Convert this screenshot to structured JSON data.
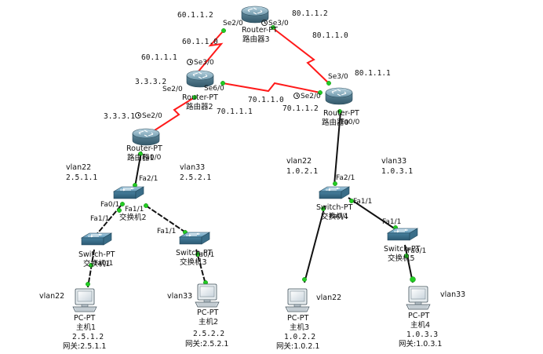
{
  "routers": {
    "r3": {
      "type": "Router-PT",
      "name": "路由器3"
    },
    "r2": {
      "type": "Router-PT",
      "name": "路由器2"
    },
    "r0": {
      "type": "Router-PT",
      "name": "路由器0"
    },
    "r1": {
      "type": "Router-PT",
      "name": "路由器1"
    }
  },
  "switches": {
    "s1": {
      "type": "Switch-PT",
      "name": "交换机1"
    },
    "s2": {
      "type": "Switch-PT",
      "name": "交换机2"
    },
    "s3": {
      "type": "Switch-PT",
      "name": "交换机3"
    },
    "s4": {
      "type": "Switch-PT",
      "name": "交换机4"
    },
    "s5": {
      "type": "Switch-PT",
      "name": "交换机5"
    }
  },
  "hosts": {
    "h1": {
      "type": "PC-PT",
      "name": "主机1",
      "ip": "2.5.1.2",
      "gateway": "网关:2.5.1.1",
      "vlan": "vlan22"
    },
    "h2": {
      "type": "PC-PT",
      "name": "主机2",
      "ip": "2.5.2.2",
      "gateway": "网关:2.5.2.1",
      "vlan": "vlan33"
    },
    "h3": {
      "type": "PC-PT",
      "name": "主机3",
      "ip": "1.0.2.2",
      "gateway": "网关:1.0.2.1",
      "vlan": "vlan22"
    },
    "h4": {
      "type": "PC-PT",
      "name": "主机4",
      "ip": "1.0.3.3",
      "gateway": "网关:1.0.3.1",
      "vlan": "vlan33"
    }
  },
  "ports": {
    "r3_se20": "Se2/0",
    "r3_se30": "Se3/0",
    "r2_se30": "Se3/0",
    "r2_se20": "Se2/0",
    "r2_se60": "Se6/0",
    "r0_se30": "Se3/0",
    "r0_se20": "Se2/0",
    "r0_fa00": "Fa0/0",
    "r1_se20": "Se2/0",
    "r1_fa00": "Fa0/0",
    "s2_fa21": "Fa2/1",
    "s2_fa01": "Fa0/1",
    "s2_fa11": "Fa1/1",
    "s3_fa11": "Fa1/1",
    "s3_fa01": "Fa0/1",
    "s1_fa11": "Fa1/1",
    "s1_fa01": "Fa0/1",
    "s4_fa21": "Fa2/1",
    "s4_fa11": "Fa1/1",
    "s4_fa01": "Fa0/1",
    "s5_fa11": "Fa1/1",
    "s5_fa01": "Fa0/1"
  },
  "addresses": {
    "a60_1_1_2": "60.1.1.2",
    "a80_1_1_2": "80.1.1.2",
    "a60_1_1_0": "60.1.1.0",
    "a80_1_1_0": "80.1.1.0",
    "a60_1_1_1": "60.1.1.1",
    "a80_1_1_1": "80.1.1.1",
    "a3_3_3_2": "3.3.3.2",
    "a70_1_1_0": "70.1.1.0",
    "a70_1_1_2": "70.1.1.2",
    "a70_1_1_1": "70.1.1.1",
    "a3_3_3_1": "3.3.3.1"
  },
  "vlans": {
    "r1_vlan22": "vlan22",
    "r1_vlan22_gw": "2.5.1.1",
    "r1_vlan33": "vlan33",
    "r1_vlan33_gw": "2.5.2.1",
    "r0_vlan22": "vlan22",
    "r0_vlan22_gw": "1.0.2.1",
    "r0_vlan33": "vlan33",
    "r0_vlan33_gw": "1.0.3.1"
  },
  "colors": {
    "serial_link": "#ff1a1a",
    "ethernet_link": "#111111",
    "link_up": "#22cc22",
    "router_body": "#4f7f96",
    "switch_body": "#4b86a6"
  }
}
